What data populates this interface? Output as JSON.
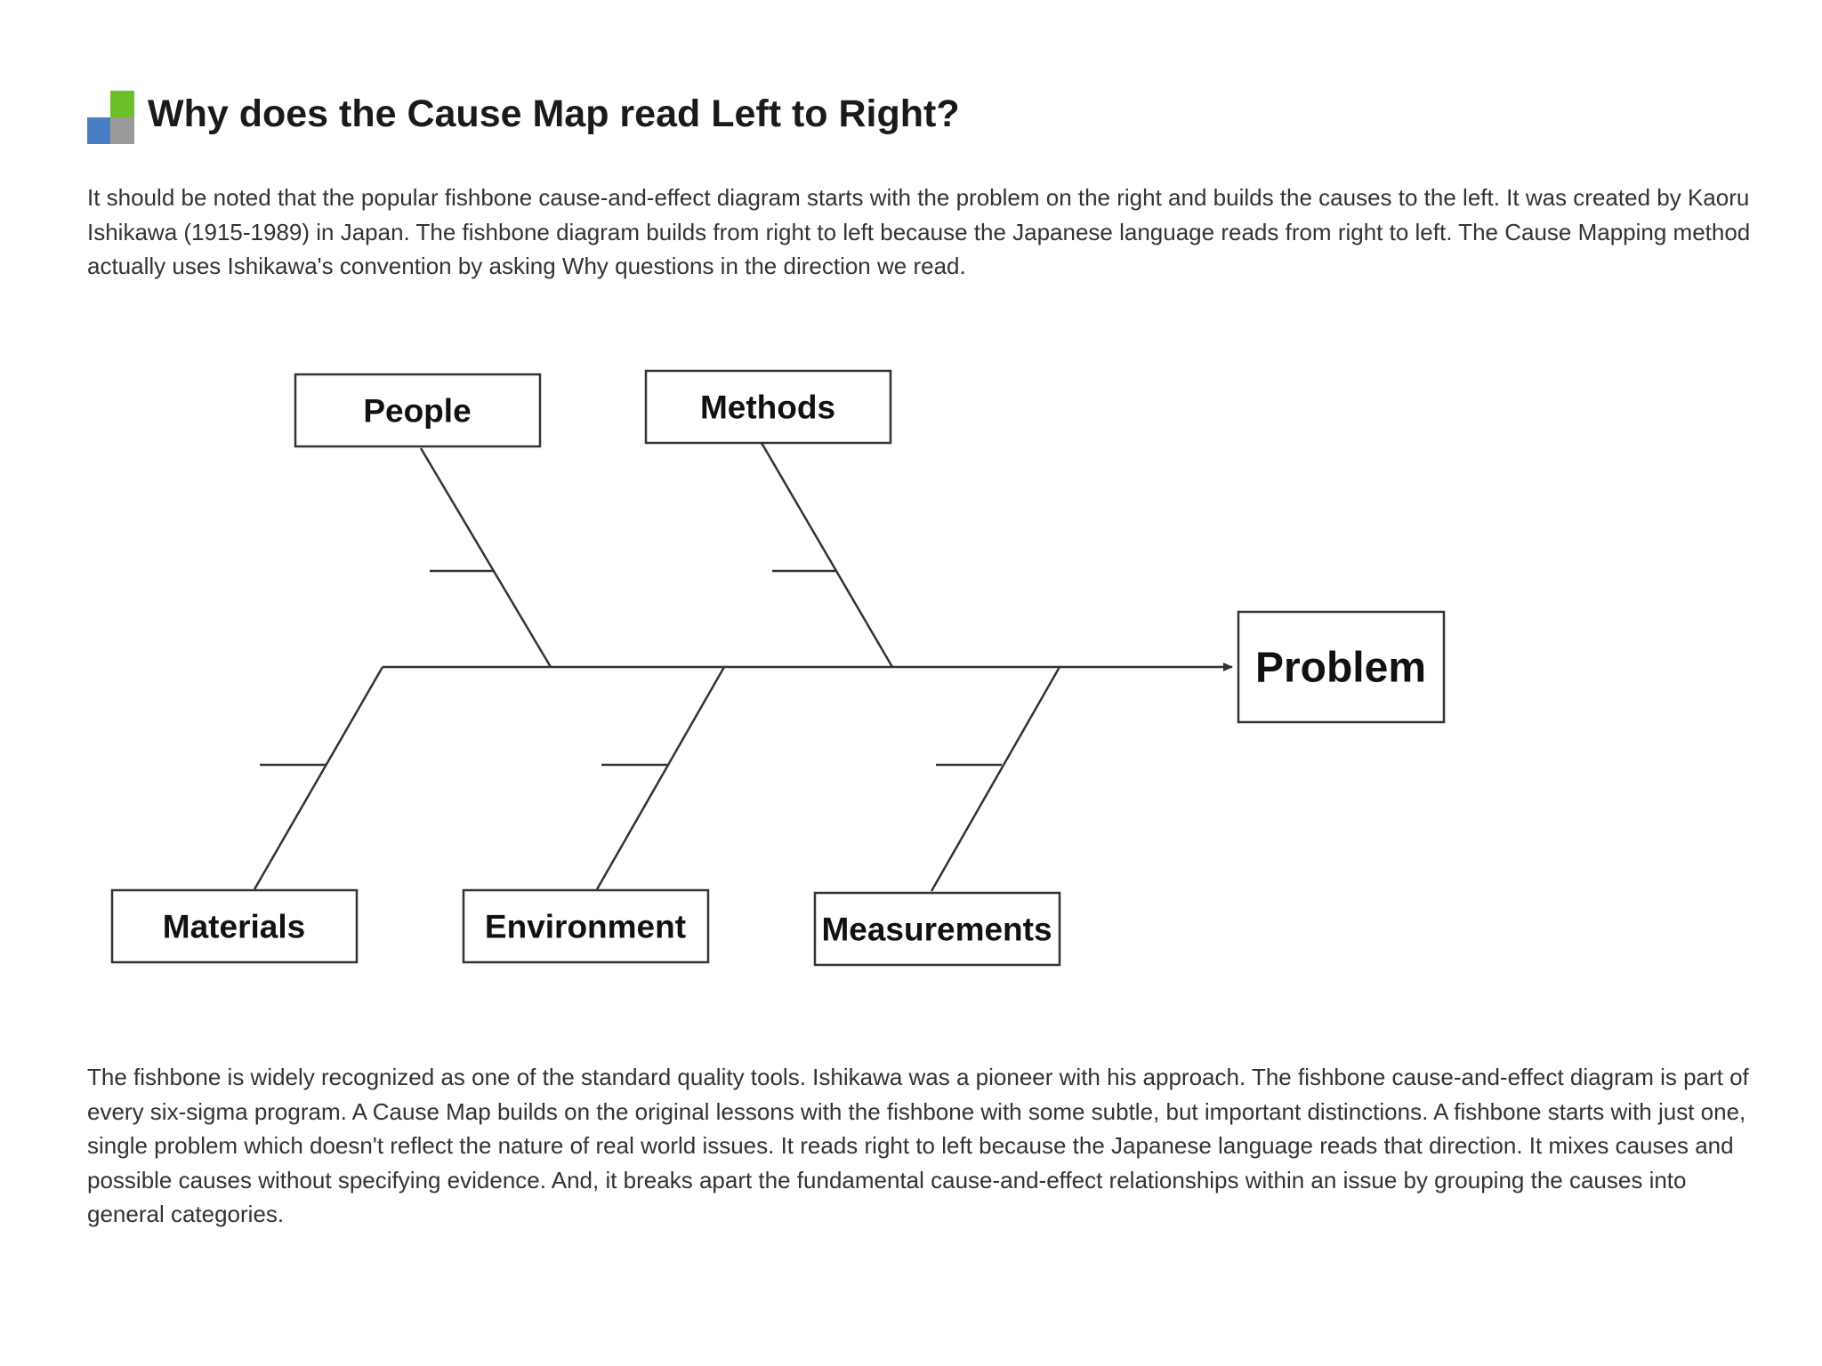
{
  "header": {
    "title": "Why does the Cause Map read Left to Right?"
  },
  "intro": {
    "text": "It should be noted that the popular fishbone cause-and-effect diagram starts with the problem on the right and builds the causes to the left. It was created by Kaoru Ishikawa (1915-1989) in Japan. The fishbone diagram builds from right to left because the Japanese language reads from right to left. The Cause Mapping method actually uses Ishikawa's convention by asking Why questions in the direction we read."
  },
  "diagram": {
    "effect": "Problem",
    "top_causes": [
      "People",
      "Methods"
    ],
    "bottom_causes": [
      "Materials",
      "Environment",
      "Measurements"
    ]
  },
  "outro": {
    "text": "The fishbone is widely recognized as one of the standard quality tools.  Ishikawa was a pioneer with his approach.  The fishbone cause-and-effect diagram is part of every six-sigma program.  A Cause Map builds on the original lessons with the fishbone with some subtle, but important distinctions.  A fishbone starts with just one, single problem which doesn't reflect the nature of real world issues.  It reads right to left because the Japanese language reads that direction.  It mixes causes and possible causes without specifying evidence.  And, it breaks apart the fundamental cause-and-effect relationships within an issue by grouping the causes into general categories."
  },
  "colors": {
    "logo_green": "#6bbf2a",
    "logo_blue": "#4a7ec4",
    "logo_gray": "#9a9a9a",
    "line": "#333333"
  }
}
